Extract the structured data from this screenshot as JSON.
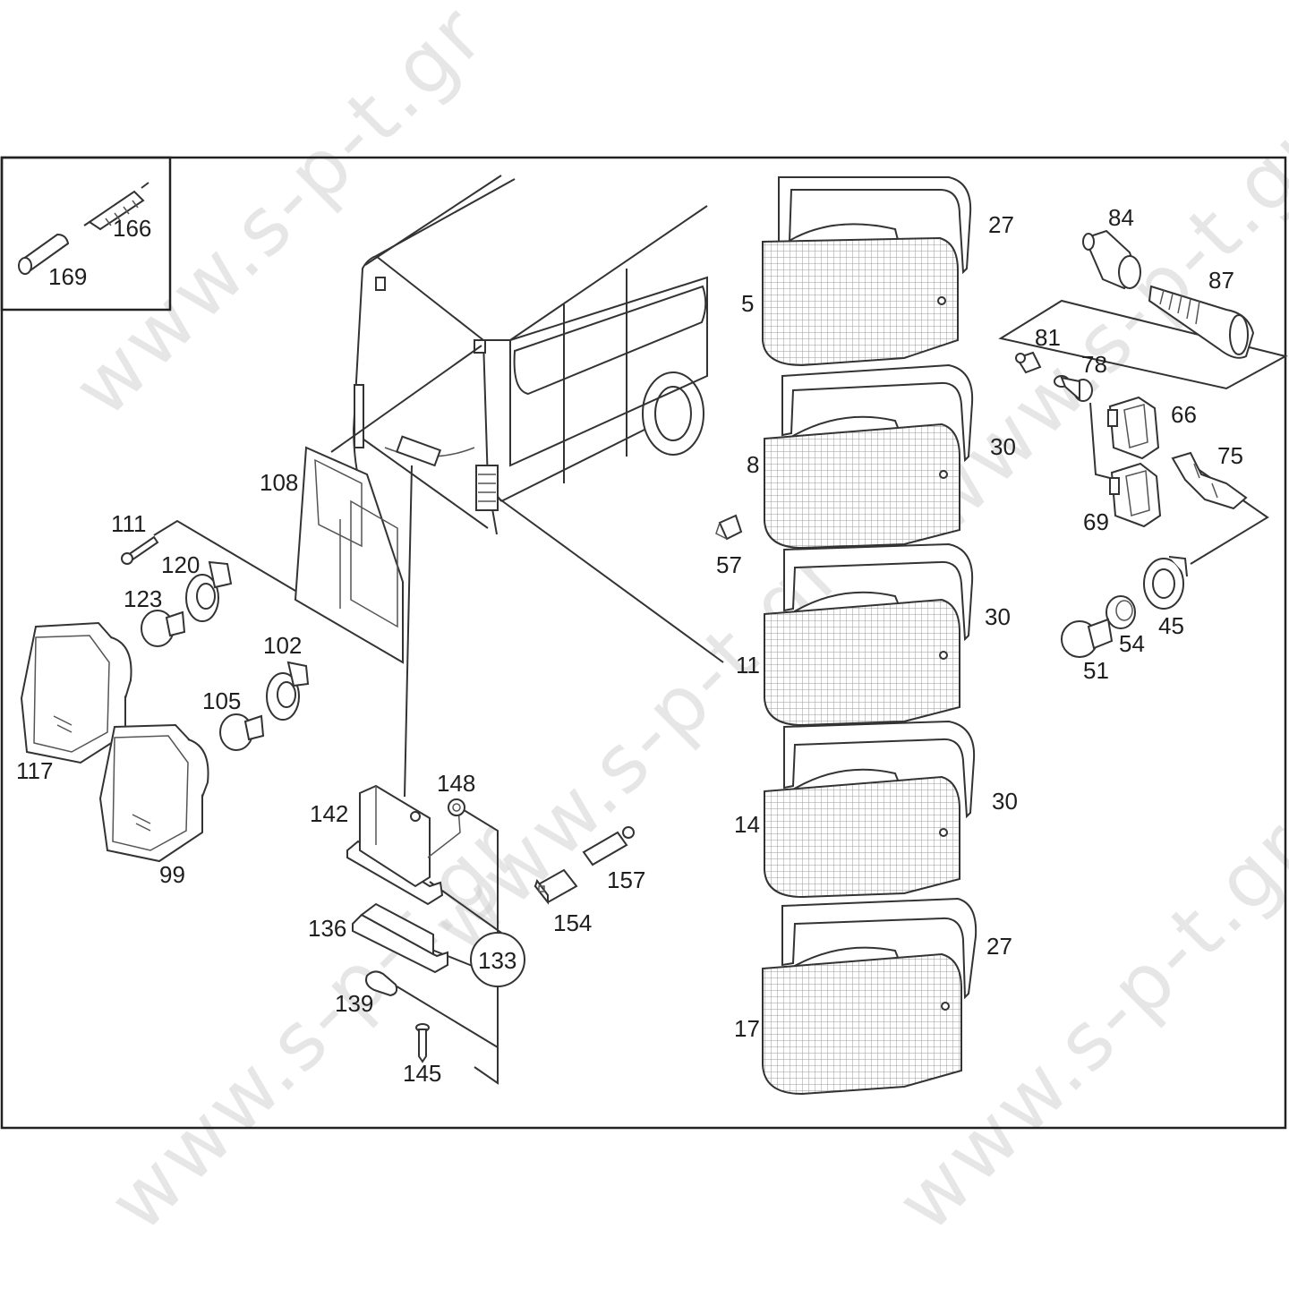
{
  "watermark": "www.s-p-t.gr",
  "colors": {
    "line": "#333333",
    "label": "#1e1e1e",
    "watermark": "#d2d2d2",
    "background": "#ffffff"
  },
  "parts": [
    "5",
    "8",
    "11",
    "14",
    "17",
    "27",
    "30",
    "45",
    "51",
    "54",
    "57",
    "66",
    "69",
    "75",
    "78",
    "81",
    "84",
    "87",
    "99",
    "102",
    "105",
    "108",
    "111",
    "117",
    "120",
    "123",
    "133",
    "136",
    "139",
    "142",
    "145",
    "148",
    "154",
    "157",
    "166",
    "169"
  ],
  "labels": {
    "p5": "5",
    "p8": "8",
    "p11": "11",
    "p14": "14",
    "p17": "17",
    "p27a": "27",
    "p27b": "27",
    "p30a": "30",
    "p30b": "30",
    "p30c": "30",
    "p45": "45",
    "p51": "51",
    "p54": "54",
    "p57": "57",
    "p66": "66",
    "p69": "69",
    "p75": "75",
    "p78": "78",
    "p81": "81",
    "p84": "84",
    "p87": "87",
    "p99": "99",
    "p102": "102",
    "p105": "105",
    "p108": "108",
    "p111": "111",
    "p117": "117",
    "p120": "120",
    "p123": "123",
    "p133": "133",
    "p136": "136",
    "p139": "139",
    "p142": "142",
    "p145": "145",
    "p148": "148",
    "p154": "154",
    "p157": "157",
    "p166": "166",
    "p169": "169"
  }
}
